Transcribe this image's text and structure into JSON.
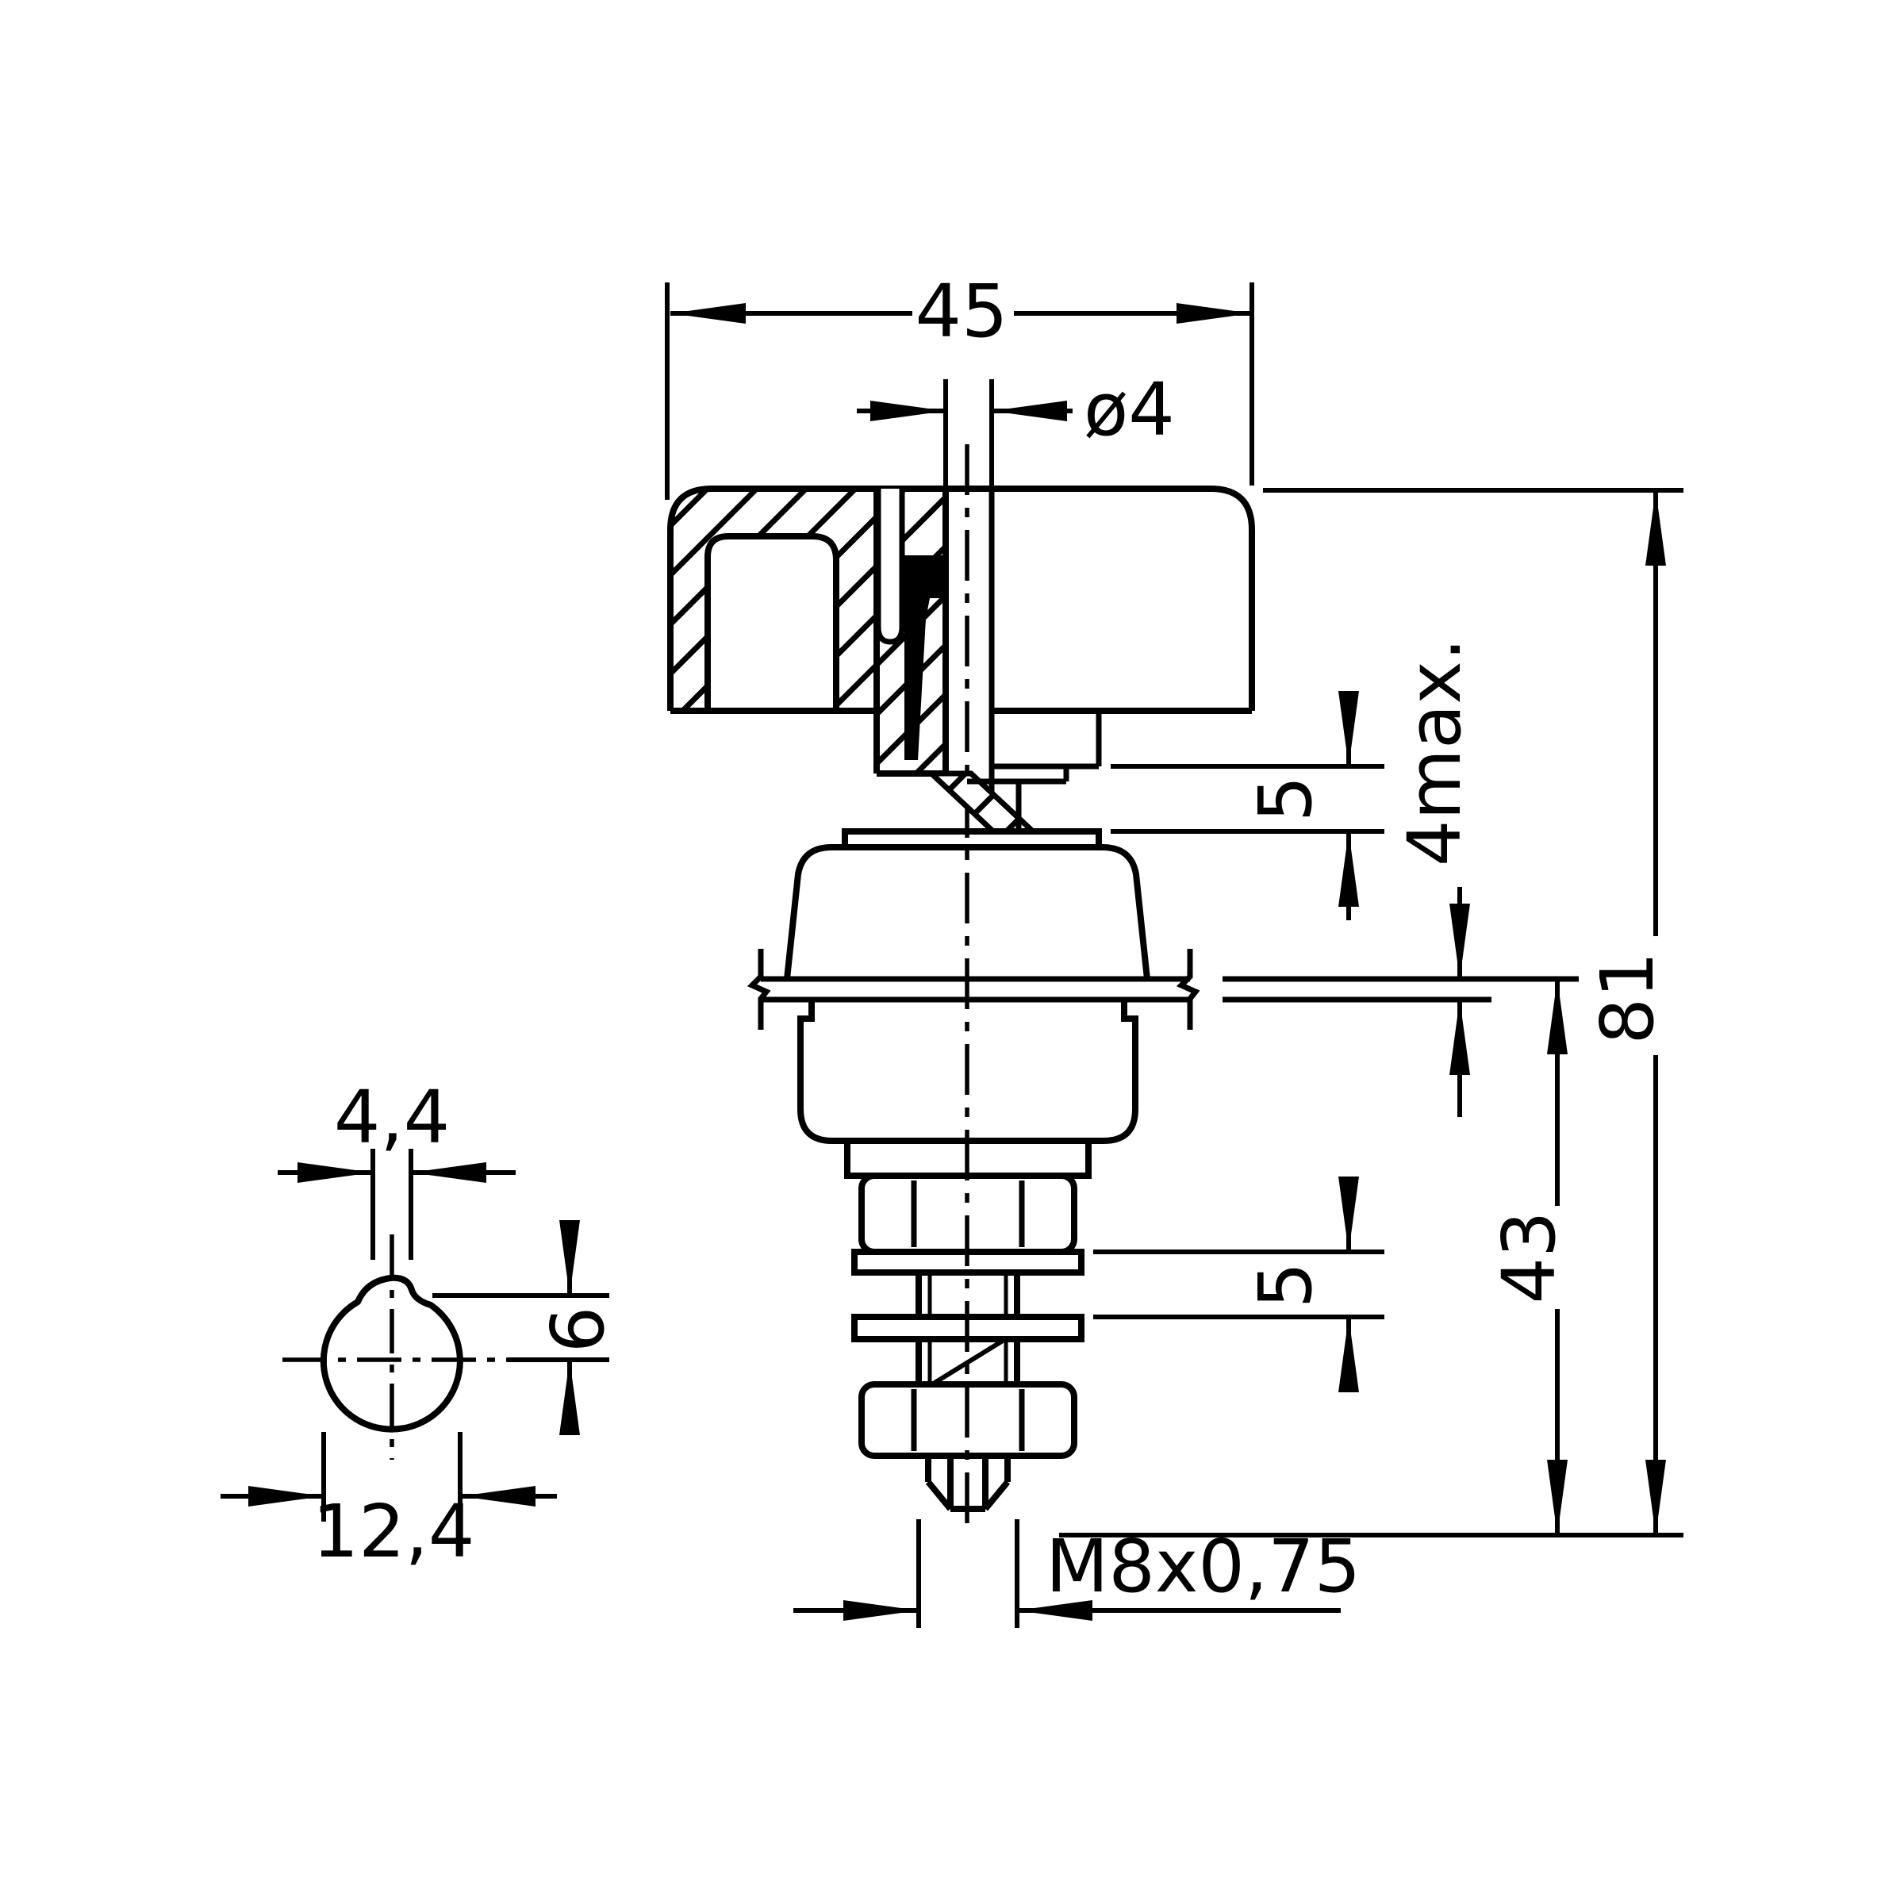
{
  "page": {
    "background": "#ffffff",
    "ink": "#000000"
  },
  "drawing": {
    "kind": "dimensioned technical drawing, panel-mount binding post, sectioned side view with panel cutout detail",
    "dims": {
      "width": "45",
      "jack_dia": "ø4",
      "gap_upper": "5",
      "panel_max": "4max.",
      "overall": "81",
      "below_panel": "43",
      "gap_lower": "5",
      "thread": "M8x0,75",
      "notch_w": "4,4",
      "notch_h": "6",
      "cutout_dia": "12,4"
    }
  }
}
